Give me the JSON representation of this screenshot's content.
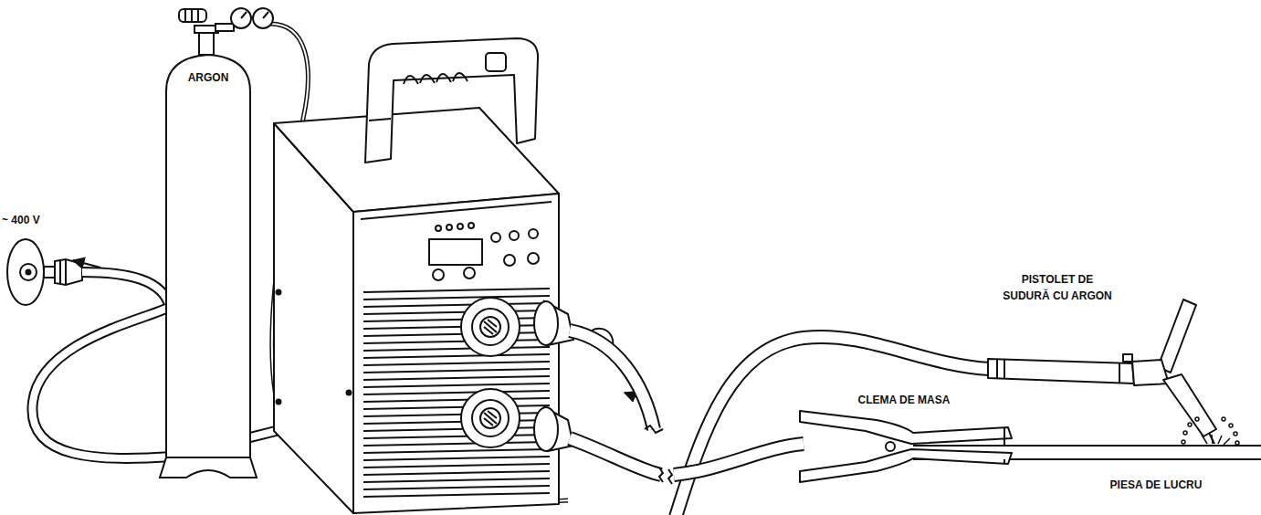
{
  "diagram": {
    "nodes": [
      {
        "text": [
          "ARGON"
        ]
      }
    ],
    "labels": [
      "~ 400 V",
      "PISTOLET DE SUDURĂ CU ARGON",
      "CLEMA DE MASA",
      "PIESA DE LUCRU"
    ]
  }
}
